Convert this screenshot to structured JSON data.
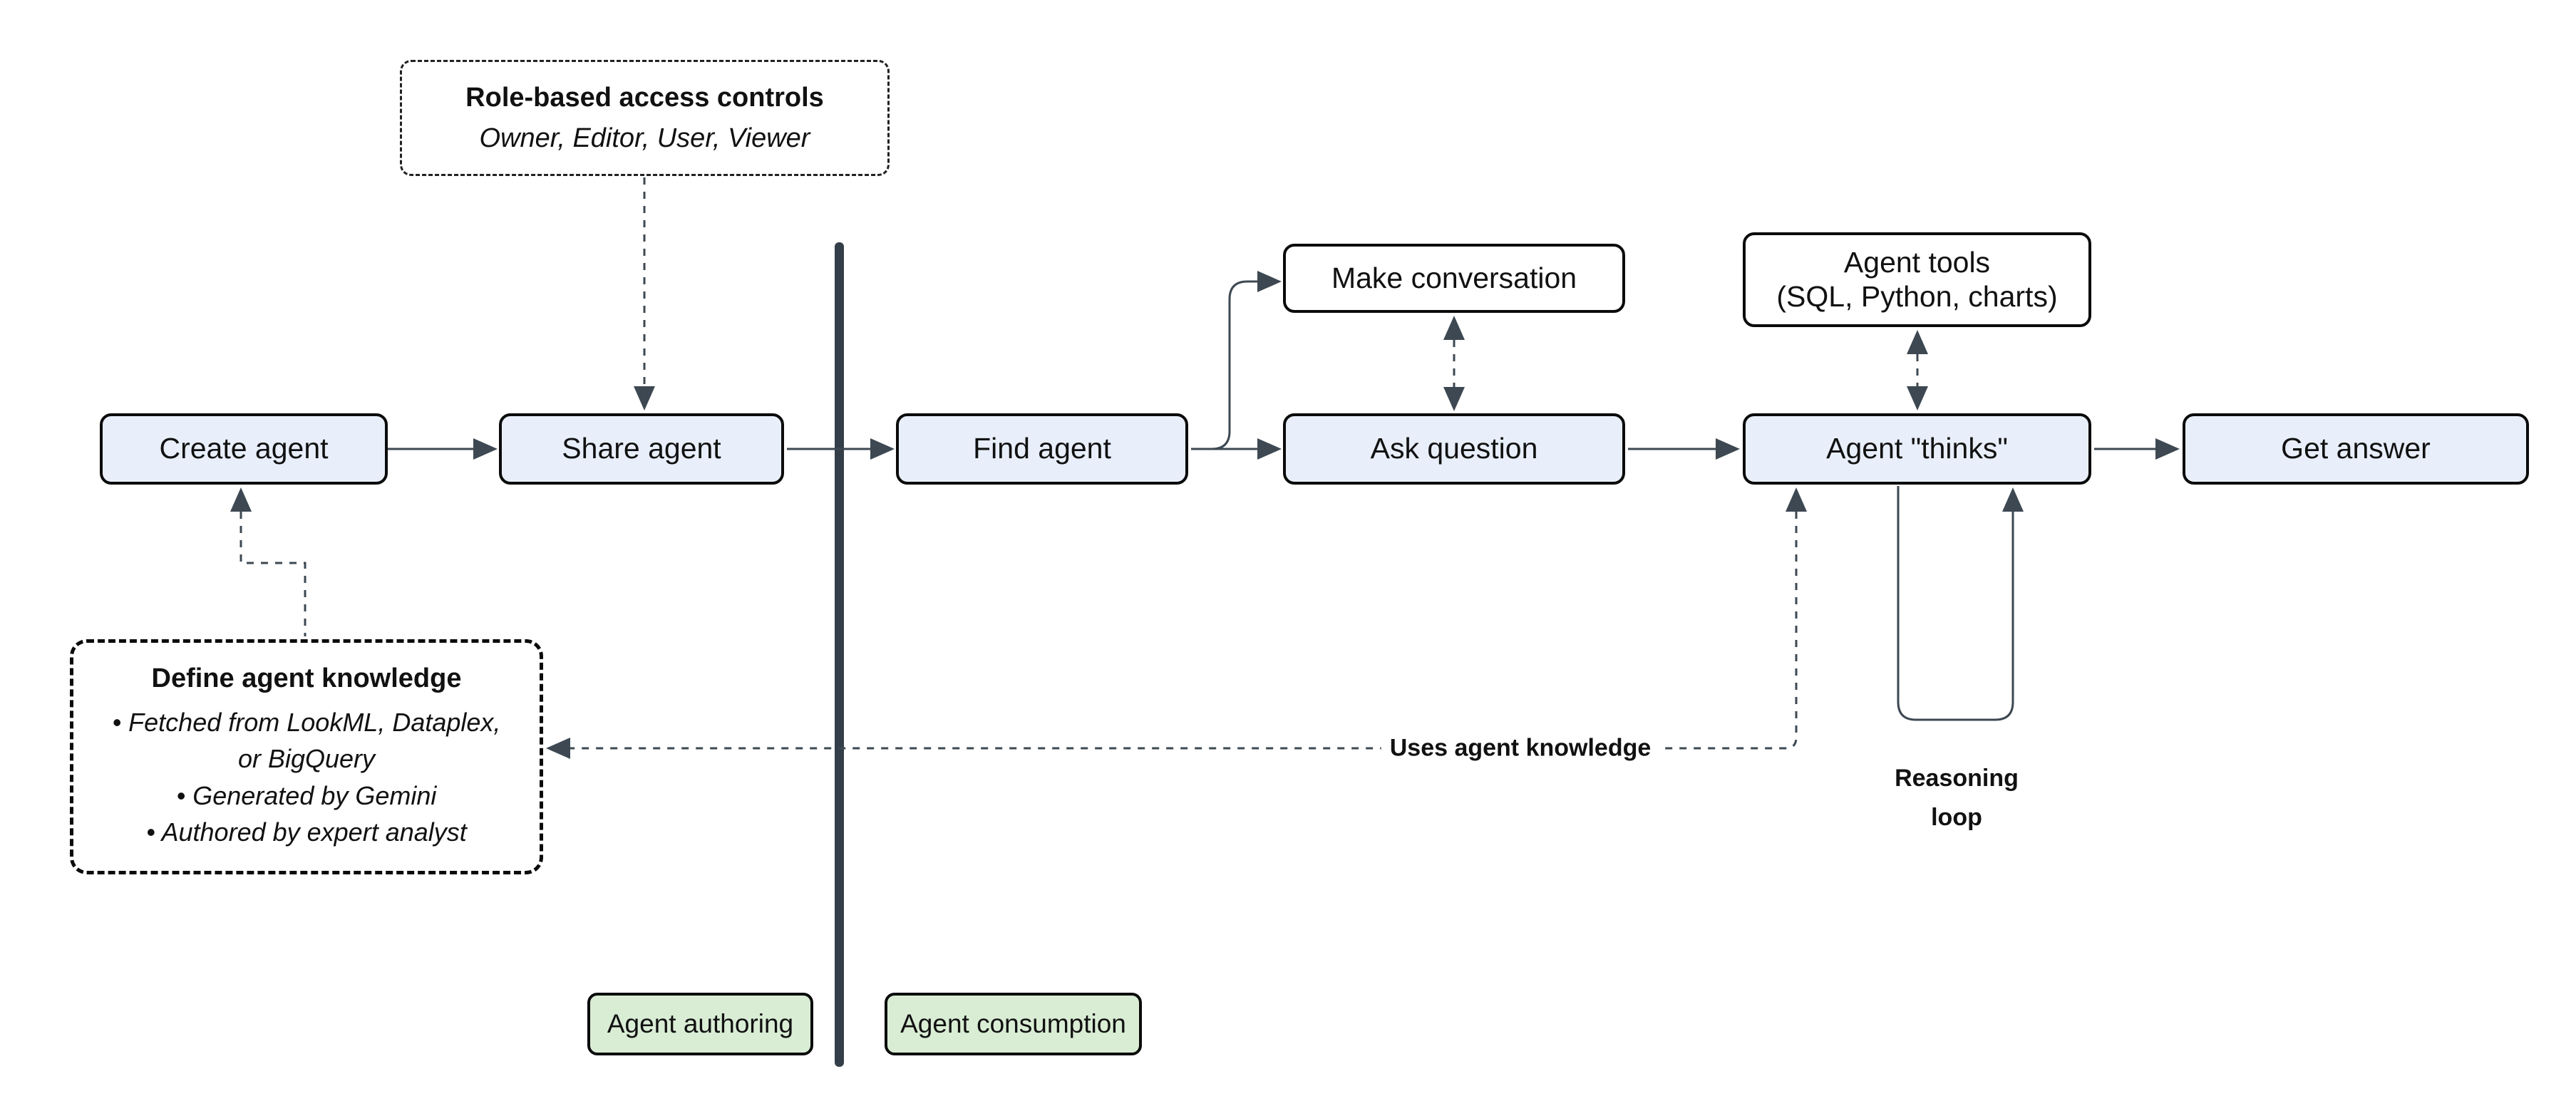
{
  "diagram": {
    "nodes": {
      "create_agent": {
        "label": "Create agent"
      },
      "share_agent": {
        "label": "Share agent"
      },
      "find_agent": {
        "label": "Find agent"
      },
      "make_conversation": {
        "label": "Make conversation"
      },
      "ask_question": {
        "label": "Ask question"
      },
      "agent_tools": {
        "line1": "Agent tools",
        "line2": "(SQL, Python, charts)"
      },
      "agent_thinks": {
        "label": "Agent \"thinks\""
      },
      "get_answer": {
        "label": "Get answer"
      }
    },
    "annotations": {
      "role_access": {
        "title": "Role-based access controls",
        "subtitle": "Owner, Editor, User, Viewer"
      },
      "define_knowledge": {
        "title": "Define agent knowledge",
        "bullets": [
          "• Fetched from LookML, Dataplex, or BigQuery",
          "• Generated by Gemini",
          "• Authored by expert analyst"
        ]
      },
      "reasoning_loop": {
        "line1": "Reasoning",
        "line2": "loop"
      },
      "uses_knowledge_label": "Uses agent knowledge"
    },
    "zones": {
      "authoring": "Agent authoring",
      "consumption": "Agent consumption"
    },
    "colors": {
      "node_fill_blue": "#e8effb",
      "node_fill_white": "#ffffff",
      "zone_fill_green": "#d9edd5",
      "box_border": "#0b0b0b",
      "connector": "#3d4852",
      "divider": "#333e49"
    }
  }
}
